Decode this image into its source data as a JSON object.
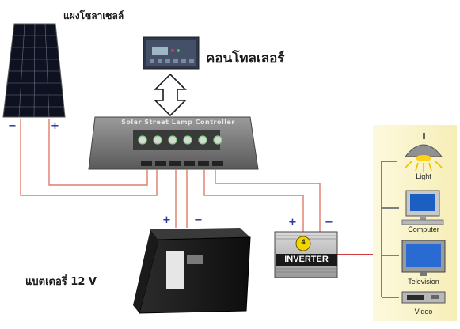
{
  "labels": {
    "solar_panel": "แผงโซลาเซลล์",
    "controller": "คอนโทลเลอร์",
    "battery": "แบตเตอรี่ 12 V",
    "inverter": "INVERTER",
    "inverter_badge": "4",
    "controller_panel_text": "Solar Street Lamp Controller"
  },
  "terminals": {
    "panel_minus": "−",
    "panel_plus": "+",
    "battery_plus": "+",
    "battery_minus": "−",
    "inverter_plus": "+",
    "inverter_minus": "−"
  },
  "loads": [
    {
      "name": "Light",
      "icon": "lamp-icon"
    },
    {
      "name": "Computer",
      "icon": "computer-icon"
    },
    {
      "name": "Television",
      "icon": "television-icon"
    },
    {
      "name": "Video",
      "icon": "video-player-icon"
    }
  ],
  "colors": {
    "wire": "#e07a6a",
    "wire_red": "#cc1f1f",
    "load_bus": "#7f7f7f",
    "load_panel_bg": "#fbf6d0",
    "sign_color": "#2a3a9a"
  }
}
